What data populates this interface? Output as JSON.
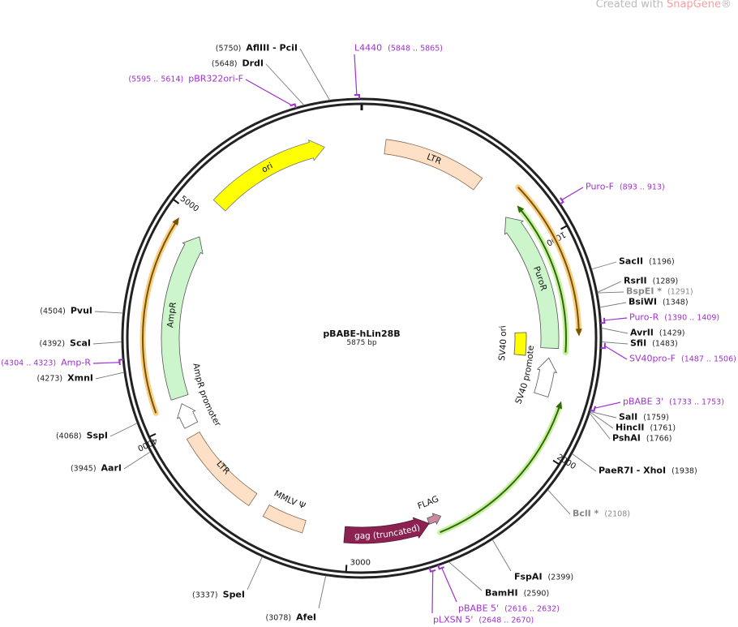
{
  "watermark": {
    "text": "Created with ",
    "brand": "SnapGene",
    "reg": "®"
  },
  "plasmid": {
    "name": "pBABE-hLin28B",
    "length": "5875 bp",
    "total_bp": 5875
  },
  "ticks": [
    {
      "label": "1000",
      "bp": 1000
    },
    {
      "label": "2000",
      "bp": 2000
    },
    {
      "label": "3000",
      "bp": 3000
    },
    {
      "label": "4000",
      "bp": 4000
    },
    {
      "label": "5000",
      "bp": 5000
    }
  ],
  "features": [
    {
      "label": "LTR"
    },
    {
      "label": "ori"
    },
    {
      "label": "PuroR"
    },
    {
      "label": "SV40 promoter"
    },
    {
      "label": "SV40 ori"
    },
    {
      "label": "FLAG"
    },
    {
      "label": "gag (truncated)"
    },
    {
      "label": "MMLV Ψ"
    },
    {
      "label": "LTR"
    },
    {
      "label": "AmpR promoter"
    },
    {
      "label": "AmpR"
    }
  ],
  "sites": [
    {
      "name": "AflIII  - PciI",
      "pos": "(5750)",
      "bp": 5750,
      "type": "enzyme"
    },
    {
      "name": "DrdI",
      "pos": "(5648)",
      "bp": 5648,
      "type": "enzyme"
    },
    {
      "name": "pBR322ori-F",
      "pos": "(5595 .. 5614)",
      "bp": 5605,
      "type": "primer"
    },
    {
      "name": "L4440",
      "pos": "(5848 .. 5865)",
      "bp": 5856,
      "type": "primer"
    },
    {
      "name": "Puro-F",
      "pos": "(893 .. 913)",
      "bp": 903,
      "type": "primer"
    },
    {
      "name": "SacII",
      "pos": "(1196)",
      "bp": 1196,
      "type": "enzyme"
    },
    {
      "name": "RsrII",
      "pos": "(1289)",
      "bp": 1289,
      "type": "enzyme"
    },
    {
      "name": "BspEI *",
      "pos": "(1291)",
      "bp": 1291,
      "type": "gray"
    },
    {
      "name": "BsiWI",
      "pos": "(1348)",
      "bp": 1348,
      "type": "enzyme"
    },
    {
      "name": "Puro-R",
      "pos": "(1390 .. 1409)",
      "bp": 1400,
      "type": "primer"
    },
    {
      "name": "AvrII",
      "pos": "(1429)",
      "bp": 1429,
      "type": "enzyme"
    },
    {
      "name": "SfiI",
      "pos": "(1483)",
      "bp": 1483,
      "type": "enzyme"
    },
    {
      "name": "SV40pro-F",
      "pos": "(1487 .. 1506)",
      "bp": 1497,
      "type": "primer"
    },
    {
      "name": "pBABE 3'",
      "pos": "(1733 .. 1753)",
      "bp": 1743,
      "type": "primer"
    },
    {
      "name": "SalI",
      "pos": "(1759)",
      "bp": 1759,
      "type": "enzyme"
    },
    {
      "name": "HincII",
      "pos": "(1761)",
      "bp": 1761,
      "type": "enzyme"
    },
    {
      "name": "PshAI",
      "pos": "(1766)",
      "bp": 1766,
      "type": "enzyme"
    },
    {
      "name": "PaeR7I  - XhoI",
      "pos": "(1938)",
      "bp": 1938,
      "type": "enzyme"
    },
    {
      "name": "BclI *",
      "pos": "(2108)",
      "bp": 2108,
      "type": "gray"
    },
    {
      "name": "FspAI",
      "pos": "(2399)",
      "bp": 2399,
      "type": "enzyme"
    },
    {
      "name": "BamHI",
      "pos": "(2590)",
      "bp": 2590,
      "type": "enzyme"
    },
    {
      "name": "pBABE 5'",
      "pos": "(2616 .. 2632)",
      "bp": 2624,
      "type": "primer"
    },
    {
      "name": "pLXSN 5'",
      "pos": "(2648 .. 2670)",
      "bp": 2659,
      "type": "primer"
    },
    {
      "name": "AfeI",
      "pos": "(3078)",
      "bp": 3078,
      "type": "enzyme"
    },
    {
      "name": "SpeI",
      "pos": "(3337)",
      "bp": 3337,
      "type": "enzyme"
    },
    {
      "name": "AarI",
      "pos": "(3945)",
      "bp": 3945,
      "type": "enzyme"
    },
    {
      "name": "SspI",
      "pos": "(4068)",
      "bp": 4068,
      "type": "enzyme"
    },
    {
      "name": "XmnI",
      "pos": "(4273)",
      "bp": 4273,
      "type": "enzyme"
    },
    {
      "name": "Amp-R",
      "pos": "(4304 .. 4323)",
      "bp": 4313,
      "type": "primer"
    },
    {
      "name": "ScaI",
      "pos": "(4392)",
      "bp": 4392,
      "type": "enzyme"
    },
    {
      "name": "PvuI",
      "pos": "(4504)",
      "bp": 4504,
      "type": "enzyme"
    }
  ],
  "colors": {
    "backbone": "#222222",
    "primer": "#a030d0",
    "feature_ltr": "#fde0c5",
    "feature_ori": "#ffff00",
    "feature_marker": "#ccf5cc",
    "feature_gag": "#8b2252",
    "feature_flag": "#c98aa0"
  }
}
